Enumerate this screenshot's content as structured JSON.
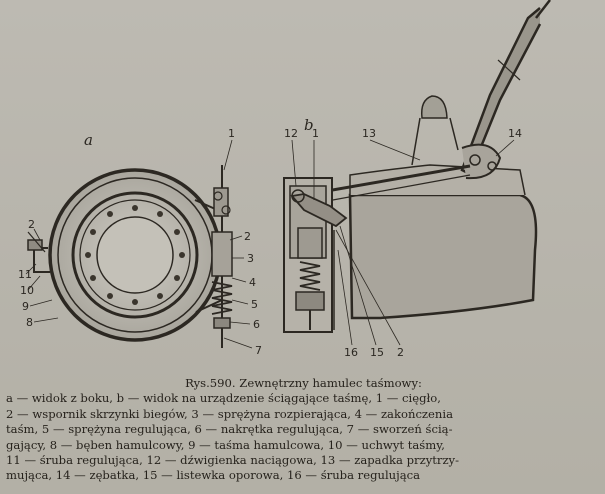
{
  "figure": {
    "panel_a": "a",
    "panel_b": "b",
    "labels_a": {
      "l1": "1",
      "l2": "2",
      "l3": "3",
      "l4": "4",
      "l5": "5",
      "l6": "6",
      "l7": "7",
      "l8": "8",
      "l9": "9",
      "l10": "10",
      "l11": "11",
      "l2b": "2"
    },
    "labels_b": {
      "l12": "12",
      "l1": "1",
      "l13": "13",
      "l14": "14",
      "l16": "16",
      "l15": "15",
      "l2": "2"
    }
  },
  "caption": {
    "fig_no": "Rys.590.",
    "title": "Zewnętrzny hamulec taśmowy:",
    "lines": [
      "a — widok z boku, b — widok na urządzenie ściągające taśmę, 1 — cięgło,",
      "2 — wspornik skrzynki biegów, 3 — sprężyna rozpierająca, 4 — zakończenia",
      "taśm, 5 — sprężyna regulująca, 6 — nakrętka regulująca, 7 — sworzeń ścią-",
      "gający, 8 — bęben hamulcowy, 9 — taśma hamulcowa, 10 — uchwyt taśmy,",
      "11 — śruba regulująca, 12 — dźwigienka naciągowa, 13 — zapadka przytrzy-",
      "mująca, 14 — zębatka, 15 — listewka oporowa, 16 — śruba regulująca"
    ]
  }
}
